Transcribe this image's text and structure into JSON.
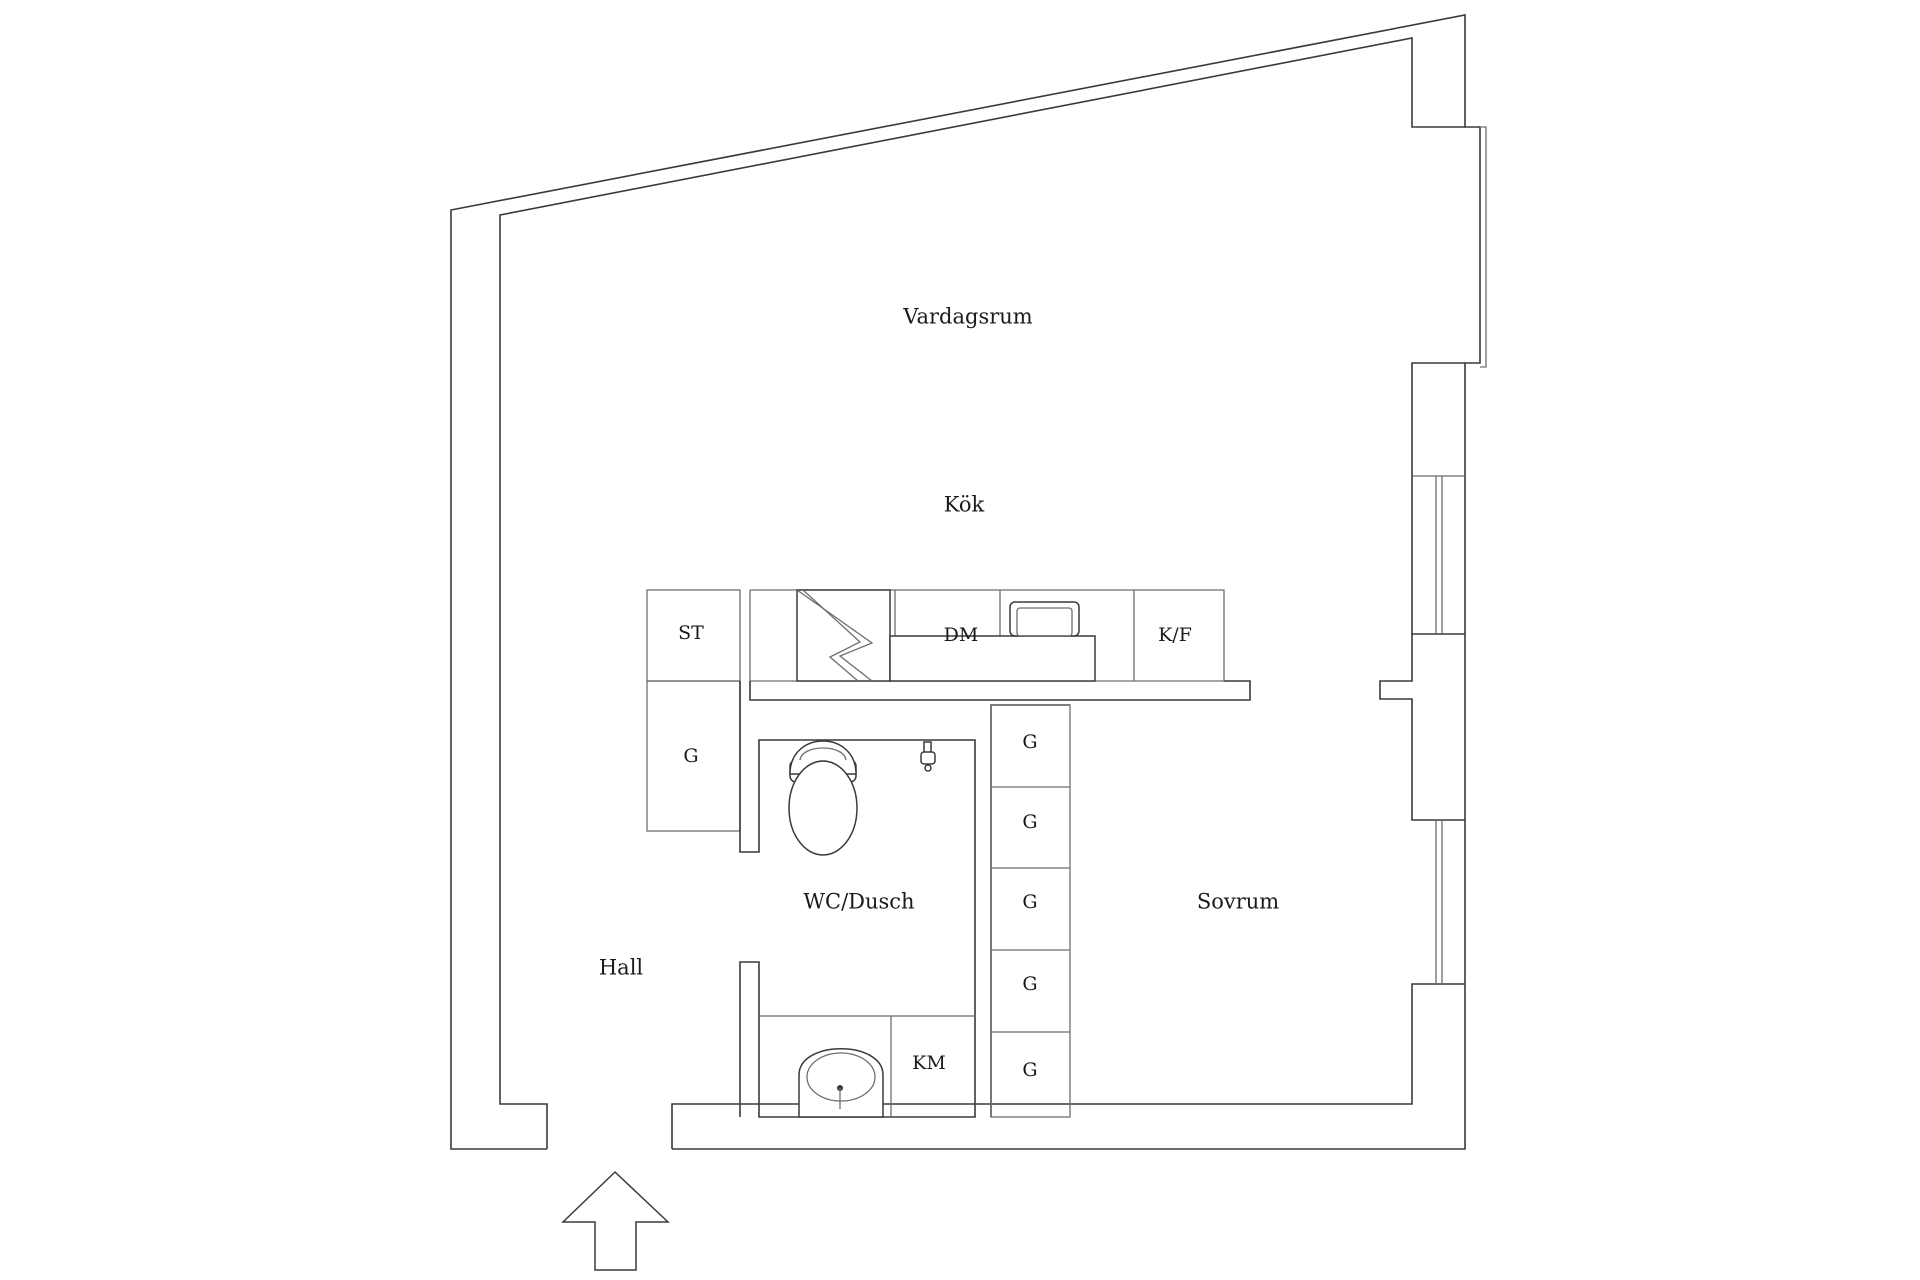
{
  "rooms": {
    "living": "Vardagsrum",
    "kitchen": "Kök",
    "bath": "WC/Dusch",
    "hall": "Hall",
    "bedroom": "Sovrum"
  },
  "units": {
    "stove": "ST",
    "dishwasher": "DM",
    "fridge_freezer": "K/F",
    "wardrobe_hall": "G",
    "wardrobe_1": "G",
    "wardrobe_2": "G",
    "wardrobe_3": "G",
    "wardrobe_4": "G",
    "wardrobe_5": "G",
    "washing_machine": "KM"
  },
  "icons": {
    "entrance": "entrance-arrow-icon",
    "toilet": "toilet-icon",
    "sink": "washbasin-icon",
    "kitchen_sink": "kitchen-sink-icon",
    "hob": "hob-icon",
    "shower": "shower-tap-icon"
  }
}
